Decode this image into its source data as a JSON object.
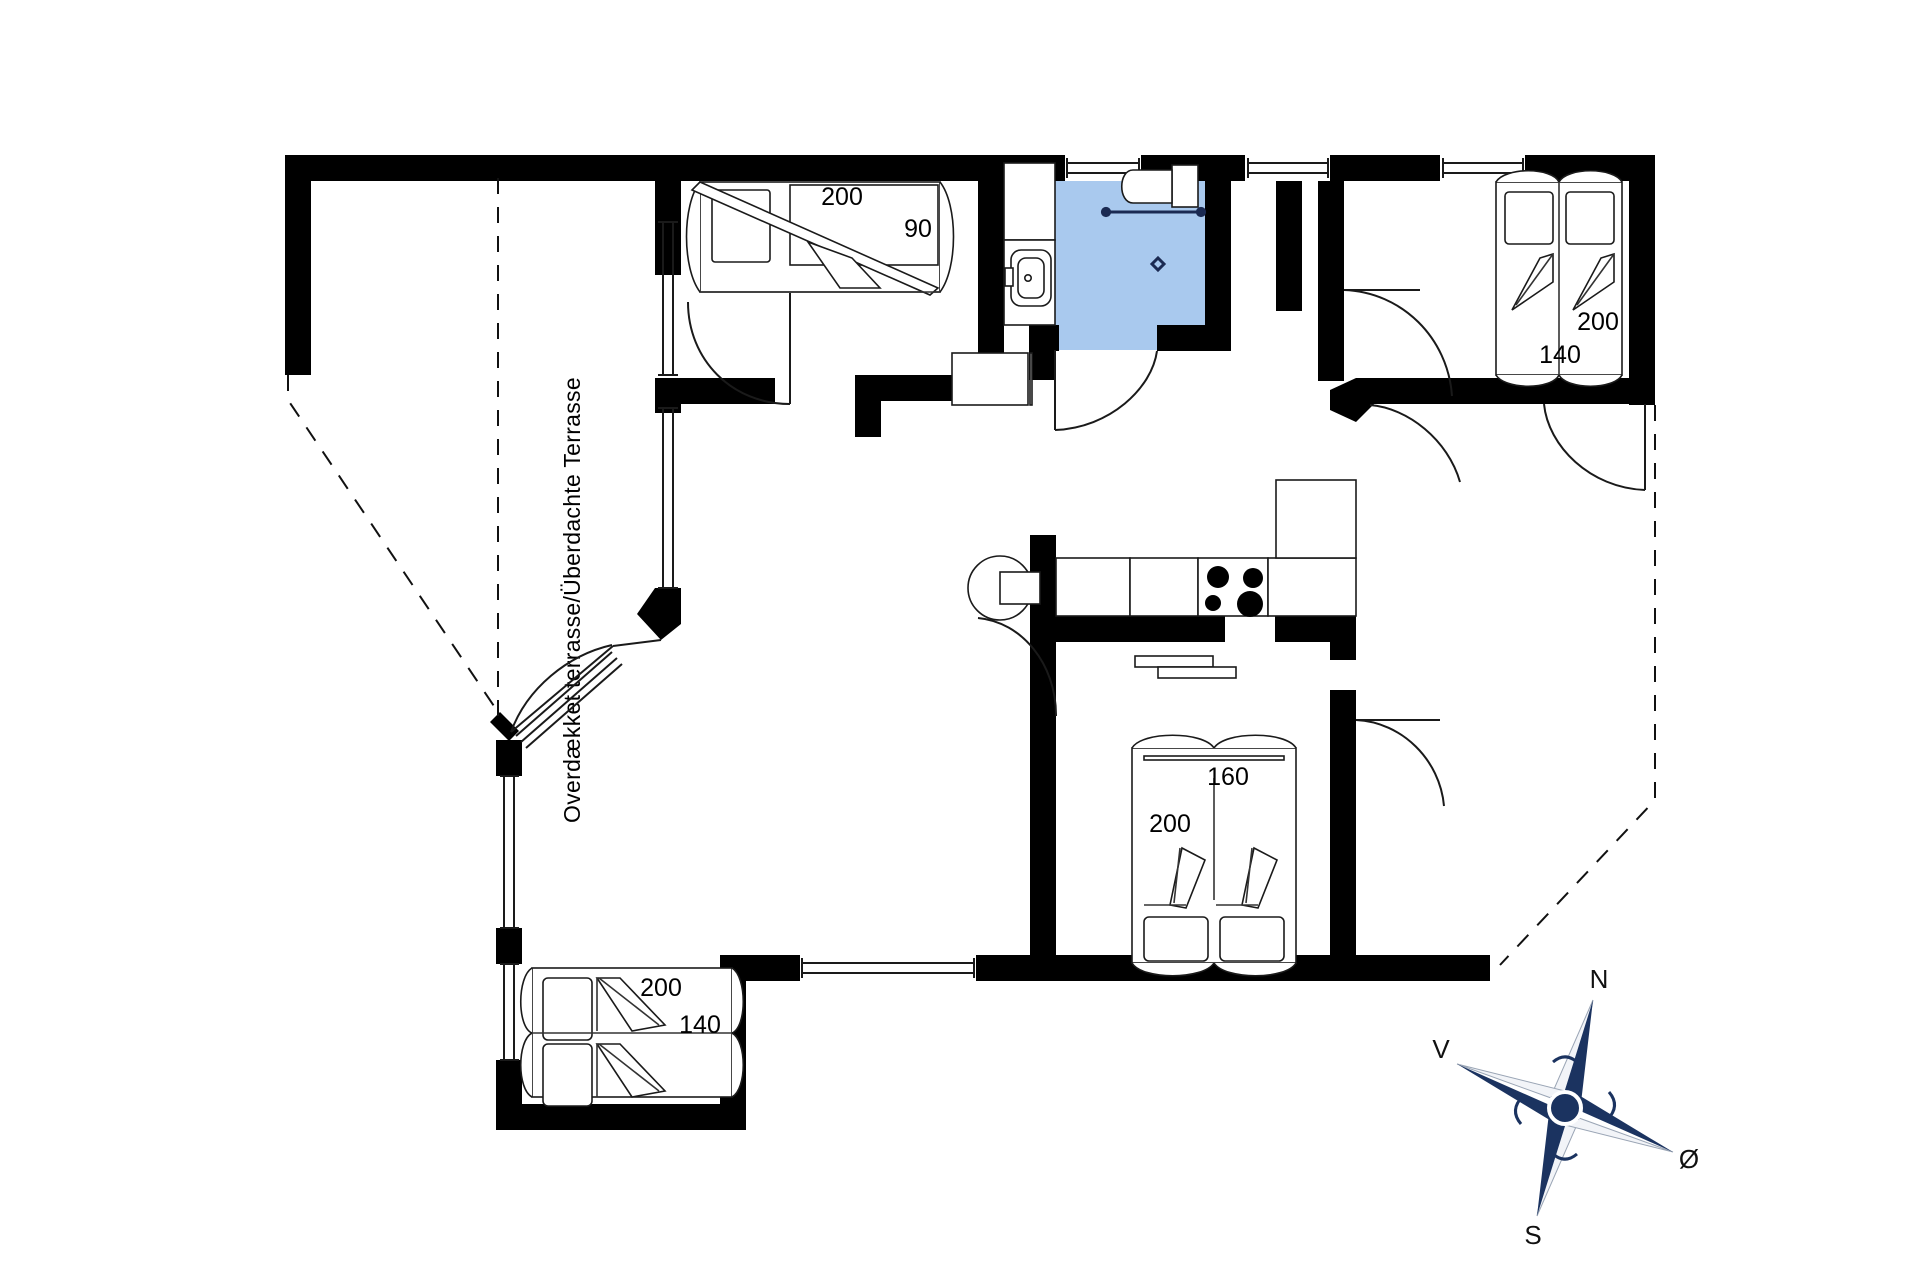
{
  "document": {
    "type": "floor-plan",
    "style": "architectural-2d",
    "background_color": "#ffffff",
    "wall_color": "#000000",
    "highlight_color": "#a9c9ee",
    "compass_color": "#1b3360"
  },
  "labels": {
    "terrace": "Overdækket terrasse/Überdachte Terrasse"
  },
  "rooms": [
    {
      "id": "bedroom-top-left",
      "beds": [
        {
          "length_label": "200",
          "width_label": "90",
          "type": "single"
        }
      ]
    },
    {
      "id": "bathroom",
      "highlighted": true,
      "fixtures": [
        "toilet",
        "sink",
        "shower-rail",
        "floor-drain"
      ]
    },
    {
      "id": "bedroom-top-right",
      "beds": [
        {
          "length_label": "200",
          "width_label": "140",
          "type": "twin-pair"
        }
      ]
    },
    {
      "id": "bedroom-center",
      "beds": [
        {
          "length_label": "200",
          "width_label": "160",
          "type": "double"
        }
      ]
    },
    {
      "id": "bedroom-bottom-left",
      "beds": [
        {
          "length_label": "200",
          "width_label": "140",
          "type": "twin-pair"
        }
      ]
    },
    {
      "id": "kitchen",
      "fixtures": [
        "stove-4-burner",
        "counter",
        "round-table"
      ]
    },
    {
      "id": "living-room",
      "fixtures": []
    }
  ],
  "dimensions": {
    "bed_top_left_length": "200",
    "bed_top_left_width": "90",
    "bed_top_right_length": "200",
    "bed_top_right_width": "140",
    "bed_center_length": "200",
    "bed_center_width": "160",
    "bed_bottom_left_length": "200",
    "bed_bottom_left_width": "140"
  },
  "compass": {
    "north": "N",
    "east": "Ø",
    "south": "S",
    "west": "V"
  }
}
